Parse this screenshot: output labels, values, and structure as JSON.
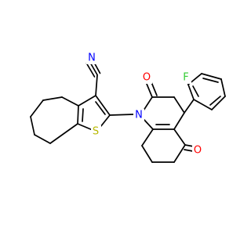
{
  "colors": {
    "background": "#ffffff",
    "bond": "#000000",
    "N": "#0000ff",
    "O": "#ff0000",
    "S": "#b8b800",
    "F": "#33cc33"
  },
  "atoms": {
    "nitrile_n": {
      "symbol": "N",
      "label": "N"
    },
    "ring_n": {
      "symbol": "N",
      "label": "N"
    },
    "s": {
      "symbol": "S",
      "label": "S"
    },
    "lactam_o": {
      "symbol": "O",
      "label": "O"
    },
    "ketone_o": {
      "symbol": "O",
      "label": "O"
    },
    "f": {
      "symbol": "F",
      "label": "F"
    }
  }
}
